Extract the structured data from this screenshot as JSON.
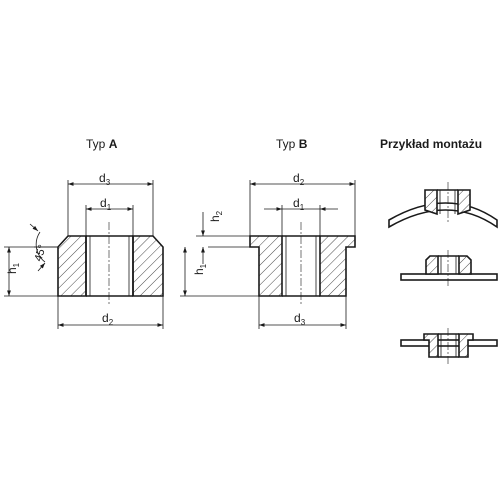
{
  "headings": {
    "type_a_prefix": "Typ ",
    "type_a_letter": "A",
    "type_b_prefix": "Typ ",
    "type_b_letter": "B",
    "example": "Przykład montażu"
  },
  "labels": {
    "d": "d",
    "h": "h",
    "sub1": "1",
    "sub2": "2",
    "sub3": "3",
    "angle": "45°"
  },
  "colors": {
    "ink": "#1a1a1a",
    "background": "#ffffff"
  }
}
